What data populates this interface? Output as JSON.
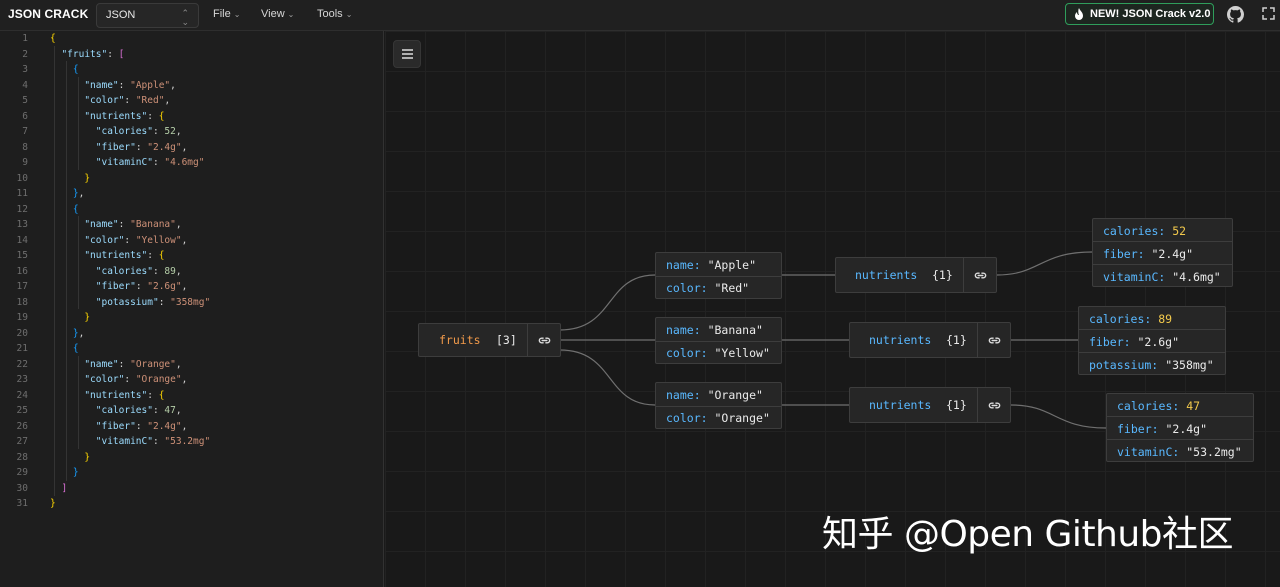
{
  "app": {
    "logo": "JSON CRACK",
    "format": "JSON",
    "menus": [
      "File",
      "View",
      "Tools"
    ],
    "new_button": "NEW! JSON Crack v2.0",
    "accent": "#2f9e5b"
  },
  "editor": {
    "lines": [
      {
        "n": "1"
      },
      {
        "n": "2"
      },
      {
        "n": "3"
      },
      {
        "n": "4"
      },
      {
        "n": "5"
      },
      {
        "n": "6"
      },
      {
        "n": "7"
      },
      {
        "n": "8"
      },
      {
        "n": "9"
      },
      {
        "n": "10"
      },
      {
        "n": "11"
      },
      {
        "n": "12"
      },
      {
        "n": "13"
      },
      {
        "n": "14"
      },
      {
        "n": "15"
      },
      {
        "n": "16"
      },
      {
        "n": "17"
      },
      {
        "n": "18"
      },
      {
        "n": "19"
      },
      {
        "n": "20"
      },
      {
        "n": "21"
      },
      {
        "n": "22"
      },
      {
        "n": "23"
      },
      {
        "n": "24"
      },
      {
        "n": "25"
      },
      {
        "n": "26"
      },
      {
        "n": "27"
      },
      {
        "n": "28"
      },
      {
        "n": "29"
      },
      {
        "n": "30"
      },
      {
        "n": "31"
      }
    ],
    "strings": {
      "fruits": "\"fruits\"",
      "name": "\"name\"",
      "color": "\"color\"",
      "nutrients": "\"nutrients\"",
      "calories": "\"calories\"",
      "fiber": "\"fiber\"",
      "vitaminC": "\"vitaminC\"",
      "potassium": "\"potassium\"",
      "apple": "\"Apple\"",
      "red": "\"Red\"",
      "banana": "\"Banana\"",
      "yellow": "\"Yellow\"",
      "orange": "\"Orange\"",
      "cal1": "52",
      "fib1": "\"2.4g\"",
      "vit1": "\"4.6mg\"",
      "cal2": "89",
      "fib2": "\"2.6g\"",
      "pot2": "\"358mg\"",
      "cal3": "47",
      "fib3": "\"2.4g\"",
      "vit3": "\"53.2mg\""
    }
  },
  "graph": {
    "root": {
      "key": "fruits",
      "count": "[3]"
    },
    "items": [
      {
        "name_key": "name:",
        "name": "\"Apple\"",
        "color_key": "color:",
        "color": "\"Red\""
      },
      {
        "name_key": "name:",
        "name": "\"Banana\"",
        "color_key": "color:",
        "color": "\"Yellow\""
      },
      {
        "name_key": "name:",
        "name": "\"Orange\"",
        "color_key": "color:",
        "color": "\"Orange\""
      }
    ],
    "nutrient_nodes": [
      {
        "key": "nutrients",
        "count": "{1}"
      },
      {
        "key": "nutrients",
        "count": "{1}"
      },
      {
        "key": "nutrients",
        "count": "{1}"
      }
    ],
    "leaf_nodes": [
      {
        "rows": [
          {
            "k": "calories:",
            "v": "52",
            "t": "num"
          },
          {
            "k": "fiber:",
            "v": "\"2.4g\"",
            "t": "str"
          },
          {
            "k": "vitaminC:",
            "v": "\"4.6mg\"",
            "t": "str"
          }
        ]
      },
      {
        "rows": [
          {
            "k": "calories:",
            "v": "89",
            "t": "num"
          },
          {
            "k": "fiber:",
            "v": "\"2.6g\"",
            "t": "str"
          },
          {
            "k": "potassium:",
            "v": "\"358mg\"",
            "t": "str"
          }
        ]
      },
      {
        "rows": [
          {
            "k": "calories:",
            "v": "47",
            "t": "num"
          },
          {
            "k": "fiber:",
            "v": "\"2.4g\"",
            "t": "str"
          },
          {
            "k": "vitaminC:",
            "v": "\"53.2mg\"",
            "t": "str"
          }
        ]
      }
    ]
  },
  "watermark": "知乎 @Open Github社区"
}
